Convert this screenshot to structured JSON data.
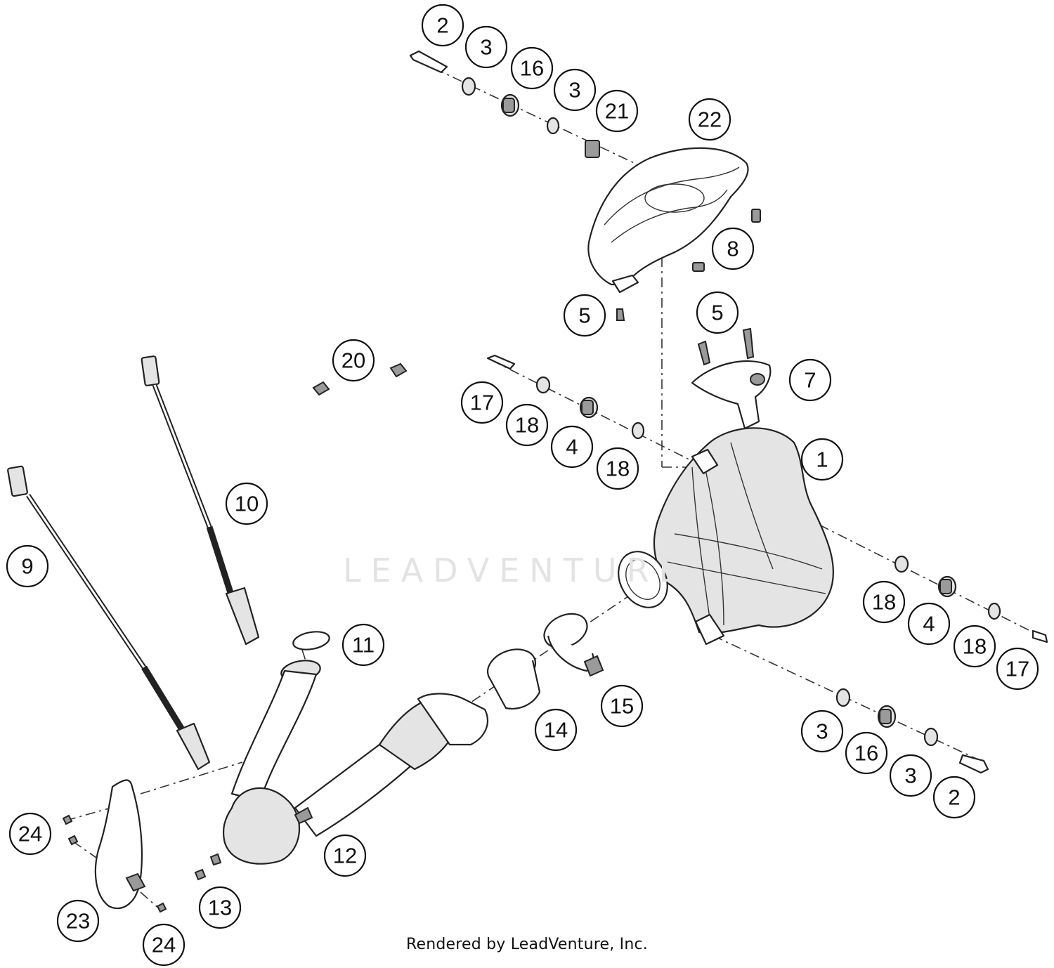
{
  "diagram": {
    "footer_text": "Rendered by LeadVenture, Inc.",
    "watermark_text": "LEADVENTURE",
    "callouts": [
      {
        "id": "c-2a",
        "label": "2"
      },
      {
        "id": "c-3a",
        "label": "3"
      },
      {
        "id": "c-16a",
        "label": "16"
      },
      {
        "id": "c-3b",
        "label": "3"
      },
      {
        "id": "c-21",
        "label": "21"
      },
      {
        "id": "c-22",
        "label": "22"
      },
      {
        "id": "c-8",
        "label": "8"
      },
      {
        "id": "c-5a",
        "label": "5"
      },
      {
        "id": "c-5b",
        "label": "5"
      },
      {
        "id": "c-20",
        "label": "20"
      },
      {
        "id": "c-7",
        "label": "7"
      },
      {
        "id": "c-17a",
        "label": "17"
      },
      {
        "id": "c-18a",
        "label": "18"
      },
      {
        "id": "c-4a",
        "label": "4"
      },
      {
        "id": "c-18b",
        "label": "18"
      },
      {
        "id": "c-1",
        "label": "1"
      },
      {
        "id": "c-10",
        "label": "10"
      },
      {
        "id": "c-9",
        "label": "9"
      },
      {
        "id": "c-18c",
        "label": "18"
      },
      {
        "id": "c-4b",
        "label": "4"
      },
      {
        "id": "c-18d",
        "label": "18"
      },
      {
        "id": "c-17b",
        "label": "17"
      },
      {
        "id": "c-11",
        "label": "11"
      },
      {
        "id": "c-15",
        "label": "15"
      },
      {
        "id": "c-14",
        "label": "14"
      },
      {
        "id": "c-3c",
        "label": "3"
      },
      {
        "id": "c-16b",
        "label": "16"
      },
      {
        "id": "c-3d",
        "label": "3"
      },
      {
        "id": "c-2b",
        "label": "2"
      },
      {
        "id": "c-12",
        "label": "12"
      },
      {
        "id": "c-24a",
        "label": "24"
      },
      {
        "id": "c-13",
        "label": "13"
      },
      {
        "id": "c-23",
        "label": "23"
      },
      {
        "id": "c-24b",
        "label": "24"
      }
    ]
  }
}
